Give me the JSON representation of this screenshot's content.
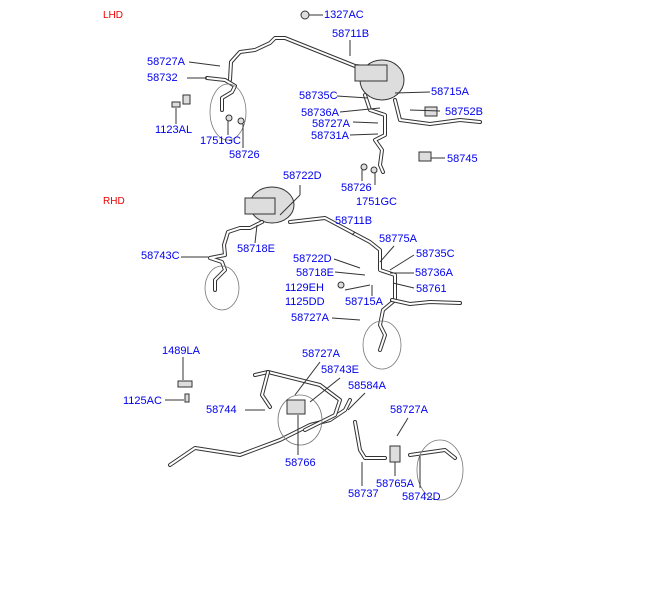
{
  "sections": {
    "lhd": "LHD",
    "rhd": "RHD"
  },
  "labels": {
    "lhd": [
      {
        "id": "1327AC",
        "text": "1327AC"
      },
      {
        "id": "58711B",
        "text": "58711B"
      },
      {
        "id": "58727A",
        "text": "58727A"
      },
      {
        "id": "58732",
        "text": "58732"
      },
      {
        "id": "1123AL",
        "text": "1123AL"
      },
      {
        "id": "1751GC",
        "text": "1751GC"
      },
      {
        "id": "58726",
        "text": "58726"
      },
      {
        "id": "58735C",
        "text": "58735C"
      },
      {
        "id": "58715A",
        "text": "58715A"
      },
      {
        "id": "58736A",
        "text": "58736A"
      },
      {
        "id": "58752B",
        "text": "58752B"
      },
      {
        "id": "58727A-2",
        "text": "58727A"
      },
      {
        "id": "58731A",
        "text": "58731A"
      },
      {
        "id": "58745",
        "text": "58745"
      },
      {
        "id": "58726-2",
        "text": "58726"
      },
      {
        "id": "1751GC-2",
        "text": "1751GC"
      }
    ],
    "rhd": [
      {
        "id": "58722D",
        "text": "58722D"
      },
      {
        "id": "58711B",
        "text": "58711B"
      },
      {
        "id": "58743C",
        "text": "58743C"
      },
      {
        "id": "58718E",
        "text": "58718E"
      },
      {
        "id": "58775A",
        "text": "58775A"
      },
      {
        "id": "58735C",
        "text": "58735C"
      },
      {
        "id": "58722D-2",
        "text": "58722D"
      },
      {
        "id": "58718E-2",
        "text": "58718E"
      },
      {
        "id": "58736A",
        "text": "58736A"
      },
      {
        "id": "1129EH",
        "text": "1129EH"
      },
      {
        "id": "58761",
        "text": "58761"
      },
      {
        "id": "1125DD",
        "text": "1125DD"
      },
      {
        "id": "58715A",
        "text": "58715A"
      },
      {
        "id": "58727A",
        "text": "58727A"
      }
    ],
    "rear": [
      {
        "id": "1489LA",
        "text": "1489LA"
      },
      {
        "id": "58727A",
        "text": "58727A"
      },
      {
        "id": "58743E",
        "text": "58743E"
      },
      {
        "id": "58584A",
        "text": "58584A"
      },
      {
        "id": "1125AC",
        "text": "1125AC"
      },
      {
        "id": "58744",
        "text": "58744"
      },
      {
        "id": "58727A-2",
        "text": "58727A"
      },
      {
        "id": "58766",
        "text": "58766"
      },
      {
        "id": "58765A",
        "text": "58765A"
      },
      {
        "id": "58737",
        "text": "58737"
      },
      {
        "id": "58742D",
        "text": "58742D"
      }
    ]
  }
}
